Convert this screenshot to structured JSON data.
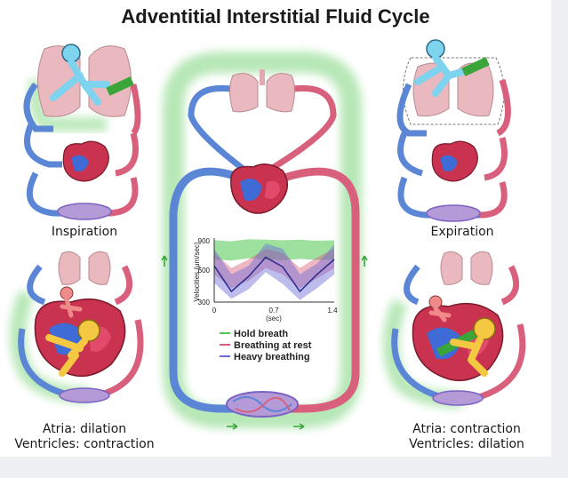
{
  "title": "Adventitial Interstitial Fluid Cycle",
  "captions": {
    "inspiration": "Inspiration",
    "expiration": "Expiration",
    "left_bottom_line1": "Atria: dilation",
    "left_bottom_line2": "Ventricles: contraction",
    "right_bottom_line1": "Atria: contraction",
    "right_bottom_line2": "Ventricles: dilation"
  },
  "colors": {
    "vein_blue": "#5b86d6",
    "artery_red": "#d9607d",
    "fluid_green": "#8fd88f",
    "lung_pink": "#e9b9bf",
    "figure_blue": "#7ed3ef",
    "figure_red": "#f08a8a",
    "figure_yellow": "#f5c842"
  },
  "chart_data": {
    "type": "area",
    "ylabel": "Velocities (μm/sec)",
    "xlabel": "(sec)",
    "x_ticks": [
      "0",
      "0.7",
      "1.4"
    ],
    "y_ticks": [
      "300",
      "600",
      "900"
    ],
    "xlim": [
      0,
      1.4
    ],
    "ylim": [
      300,
      900
    ],
    "grid": false,
    "legend_position": "below",
    "series": [
      {
        "name": "Hold breath",
        "color": "#4fc94f",
        "x": [
          0,
          0.2,
          0.4,
          0.6,
          0.8,
          1.0,
          1.2,
          1.4
        ],
        "lower": [
          700,
          690,
          710,
          700,
          690,
          705,
          695,
          700
        ],
        "upper": [
          880,
          870,
          890,
          885,
          880,
          885,
          875,
          880
        ]
      },
      {
        "name": "Breathing at rest",
        "color": "#d9607d",
        "x": [
          0,
          0.2,
          0.4,
          0.6,
          0.8,
          1.0,
          1.2,
          1.4
        ],
        "lower": [
          560,
          430,
          500,
          620,
          560,
          430,
          520,
          620
        ],
        "upper": [
          760,
          620,
          700,
          800,
          760,
          620,
          720,
          800
        ]
      },
      {
        "name": "Heavy breathing",
        "color": "#6a6ad8",
        "x": [
          0,
          0.2,
          0.4,
          0.6,
          0.8,
          1.0,
          1.2,
          1.4
        ],
        "lower": [
          480,
          330,
          420,
          580,
          470,
          320,
          430,
          560
        ],
        "upper": [
          800,
          560,
          640,
          850,
          800,
          560,
          660,
          840
        ],
        "line": [
          640,
          400,
          540,
          720,
          630,
          400,
          560,
          700
        ]
      }
    ]
  }
}
